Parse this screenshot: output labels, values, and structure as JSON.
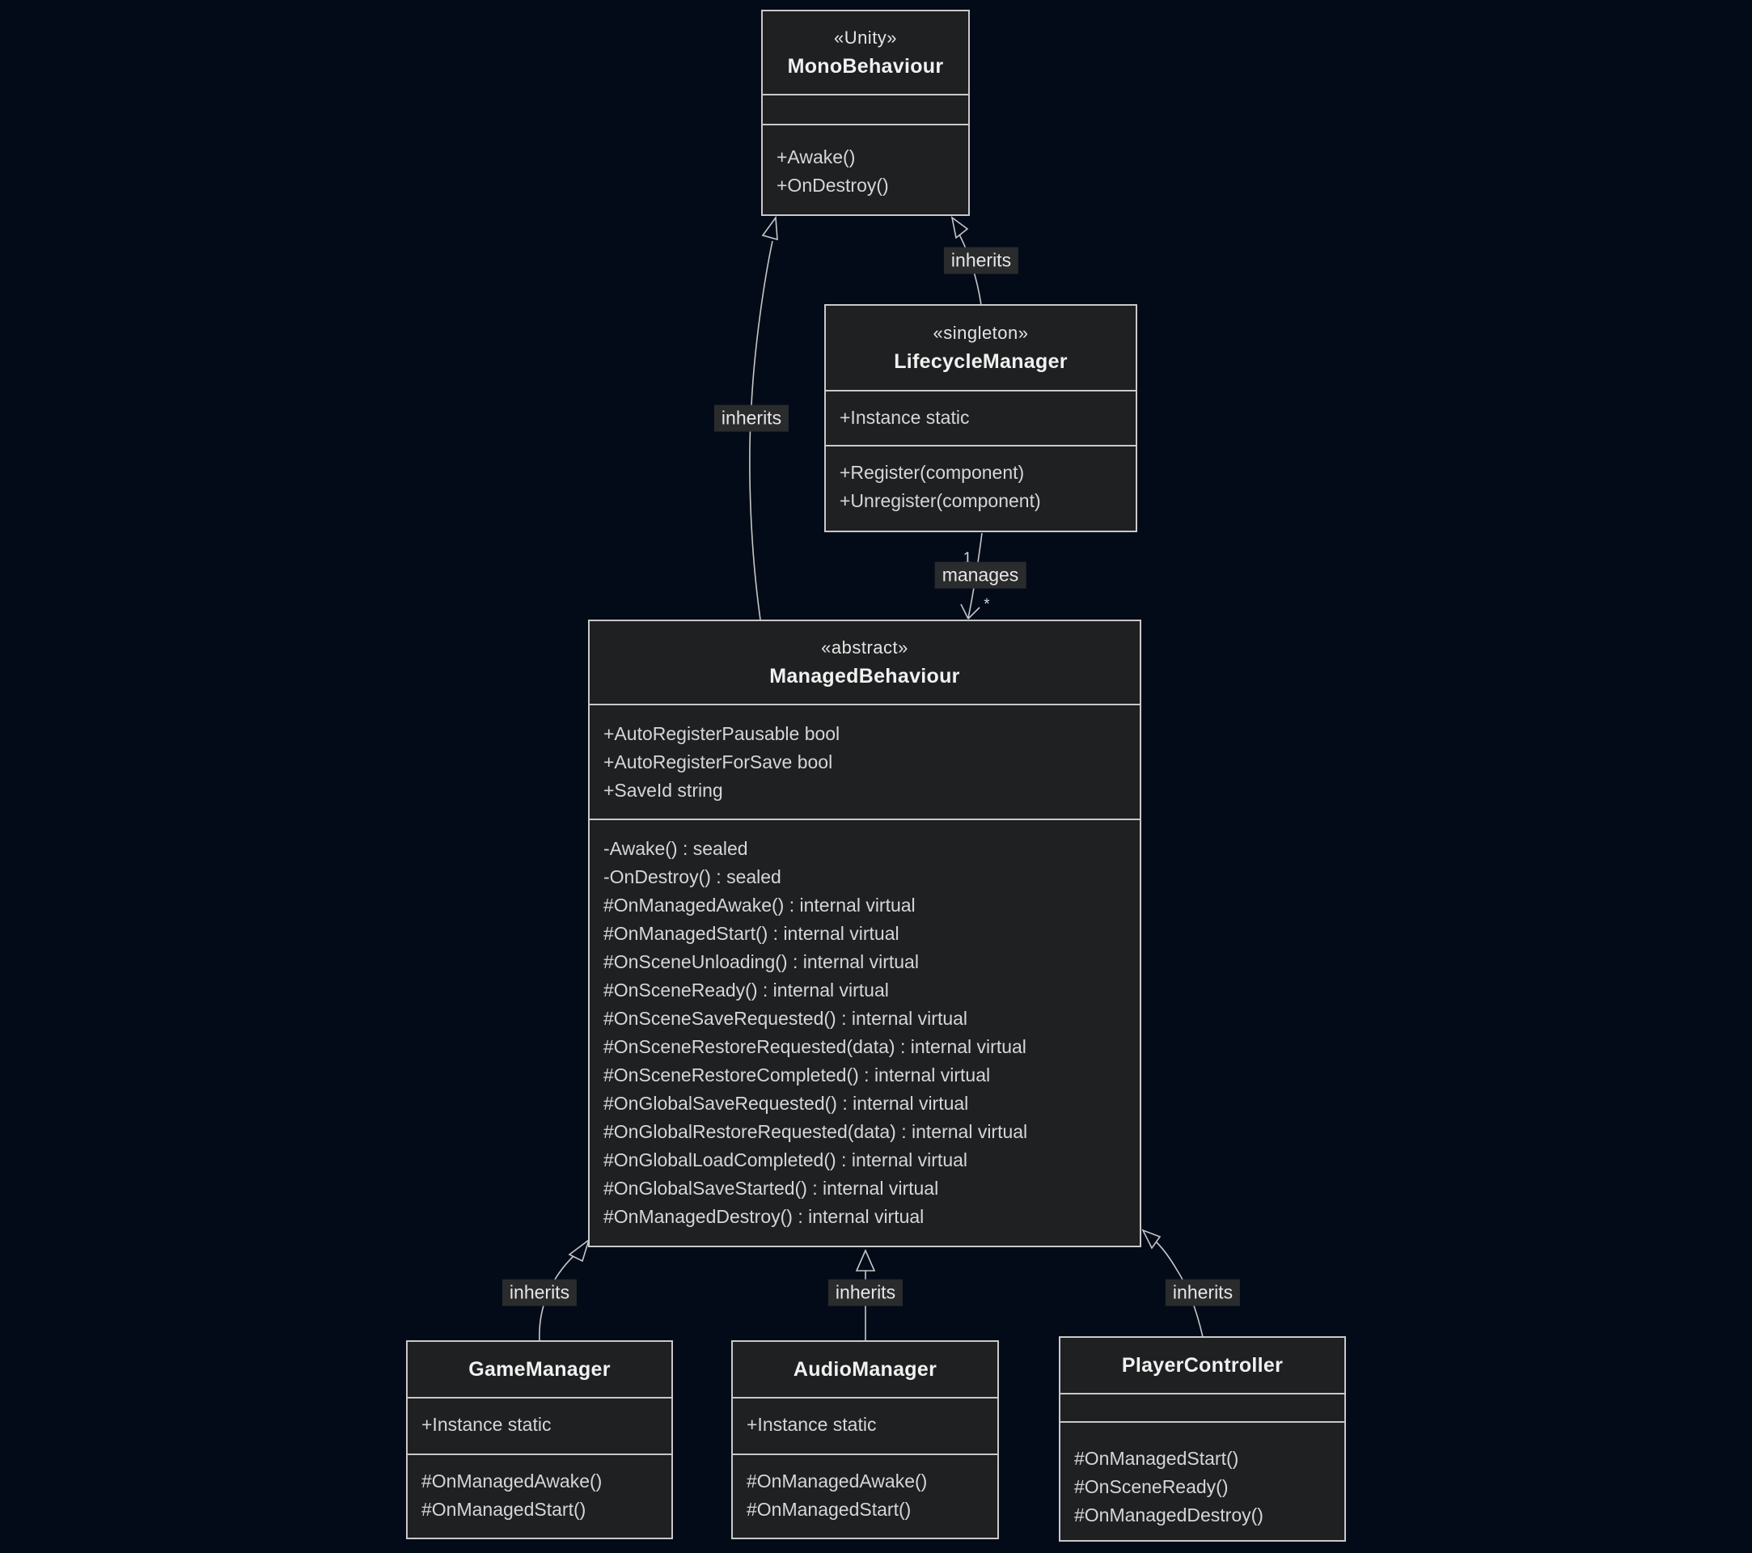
{
  "diagram": {
    "type": "uml-class-diagram",
    "classes": [
      {
        "name": "MonoBehaviour",
        "stereotype": "«Unity»",
        "attributes": [],
        "methods": [
          "+Awake()",
          "+OnDestroy()"
        ]
      },
      {
        "name": "LifecycleManager",
        "stereotype": "«singleton»",
        "attributes": [
          "+Instance static"
        ],
        "methods": [
          "+Register(component)",
          "+Unregister(component)"
        ]
      },
      {
        "name": "ManagedBehaviour",
        "stereotype": "«abstract»",
        "attributes": [
          "+AutoRegisterPausable bool",
          "+AutoRegisterForSave bool",
          "+SaveId string"
        ],
        "methods": [
          "-Awake() : sealed",
          "-OnDestroy() : sealed",
          "#OnManagedAwake() : internal virtual",
          "#OnManagedStart() : internal virtual",
          "#OnSceneUnloading() : internal virtual",
          "#OnSceneReady() : internal virtual",
          "#OnSceneSaveRequested() : internal virtual",
          "#OnSceneRestoreRequested(data) : internal virtual",
          "#OnSceneRestoreCompleted() : internal virtual",
          "#OnGlobalSaveRequested() : internal virtual",
          "#OnGlobalRestoreRequested(data) : internal virtual",
          "#OnGlobalLoadCompleted() : internal virtual",
          "#OnGlobalSaveStarted() : internal virtual",
          "#OnManagedDestroy() : internal virtual"
        ]
      },
      {
        "name": "GameManager",
        "stereotype": "",
        "attributes": [
          "+Instance static"
        ],
        "methods": [
          "#OnManagedAwake()",
          "#OnManagedStart()"
        ]
      },
      {
        "name": "AudioManager",
        "stereotype": "",
        "attributes": [
          "+Instance static"
        ],
        "methods": [
          "#OnManagedAwake()",
          "#OnManagedStart()"
        ]
      },
      {
        "name": "PlayerController",
        "stereotype": "",
        "attributes": [],
        "methods": [
          "#OnManagedStart()",
          "#OnSceneReady()",
          "#OnManagedDestroy()"
        ]
      }
    ],
    "edges": [
      {
        "from": "LifecycleManager",
        "to": "MonoBehaviour",
        "type": "inheritance",
        "label": "inherits"
      },
      {
        "from": "ManagedBehaviour",
        "to": "MonoBehaviour",
        "type": "inheritance",
        "label": "inherits"
      },
      {
        "from": "LifecycleManager",
        "to": "ManagedBehaviour",
        "type": "association",
        "label": "manages",
        "source_cardinality": "1",
        "target_cardinality": "*"
      },
      {
        "from": "GameManager",
        "to": "ManagedBehaviour",
        "type": "inheritance",
        "label": "inherits"
      },
      {
        "from": "AudioManager",
        "to": "ManagedBehaviour",
        "type": "inheritance",
        "label": "inherits"
      },
      {
        "from": "PlayerController",
        "to": "ManagedBehaviour",
        "type": "inheritance",
        "label": "inherits"
      }
    ],
    "colors": {
      "background": "#040b18",
      "node_fill": "#1f2021",
      "node_border": "#c9c9c9",
      "edge_stroke": "#c6c6c6",
      "text": "#d6d6d6",
      "edge_label_bg": "#2a2b2c"
    }
  }
}
